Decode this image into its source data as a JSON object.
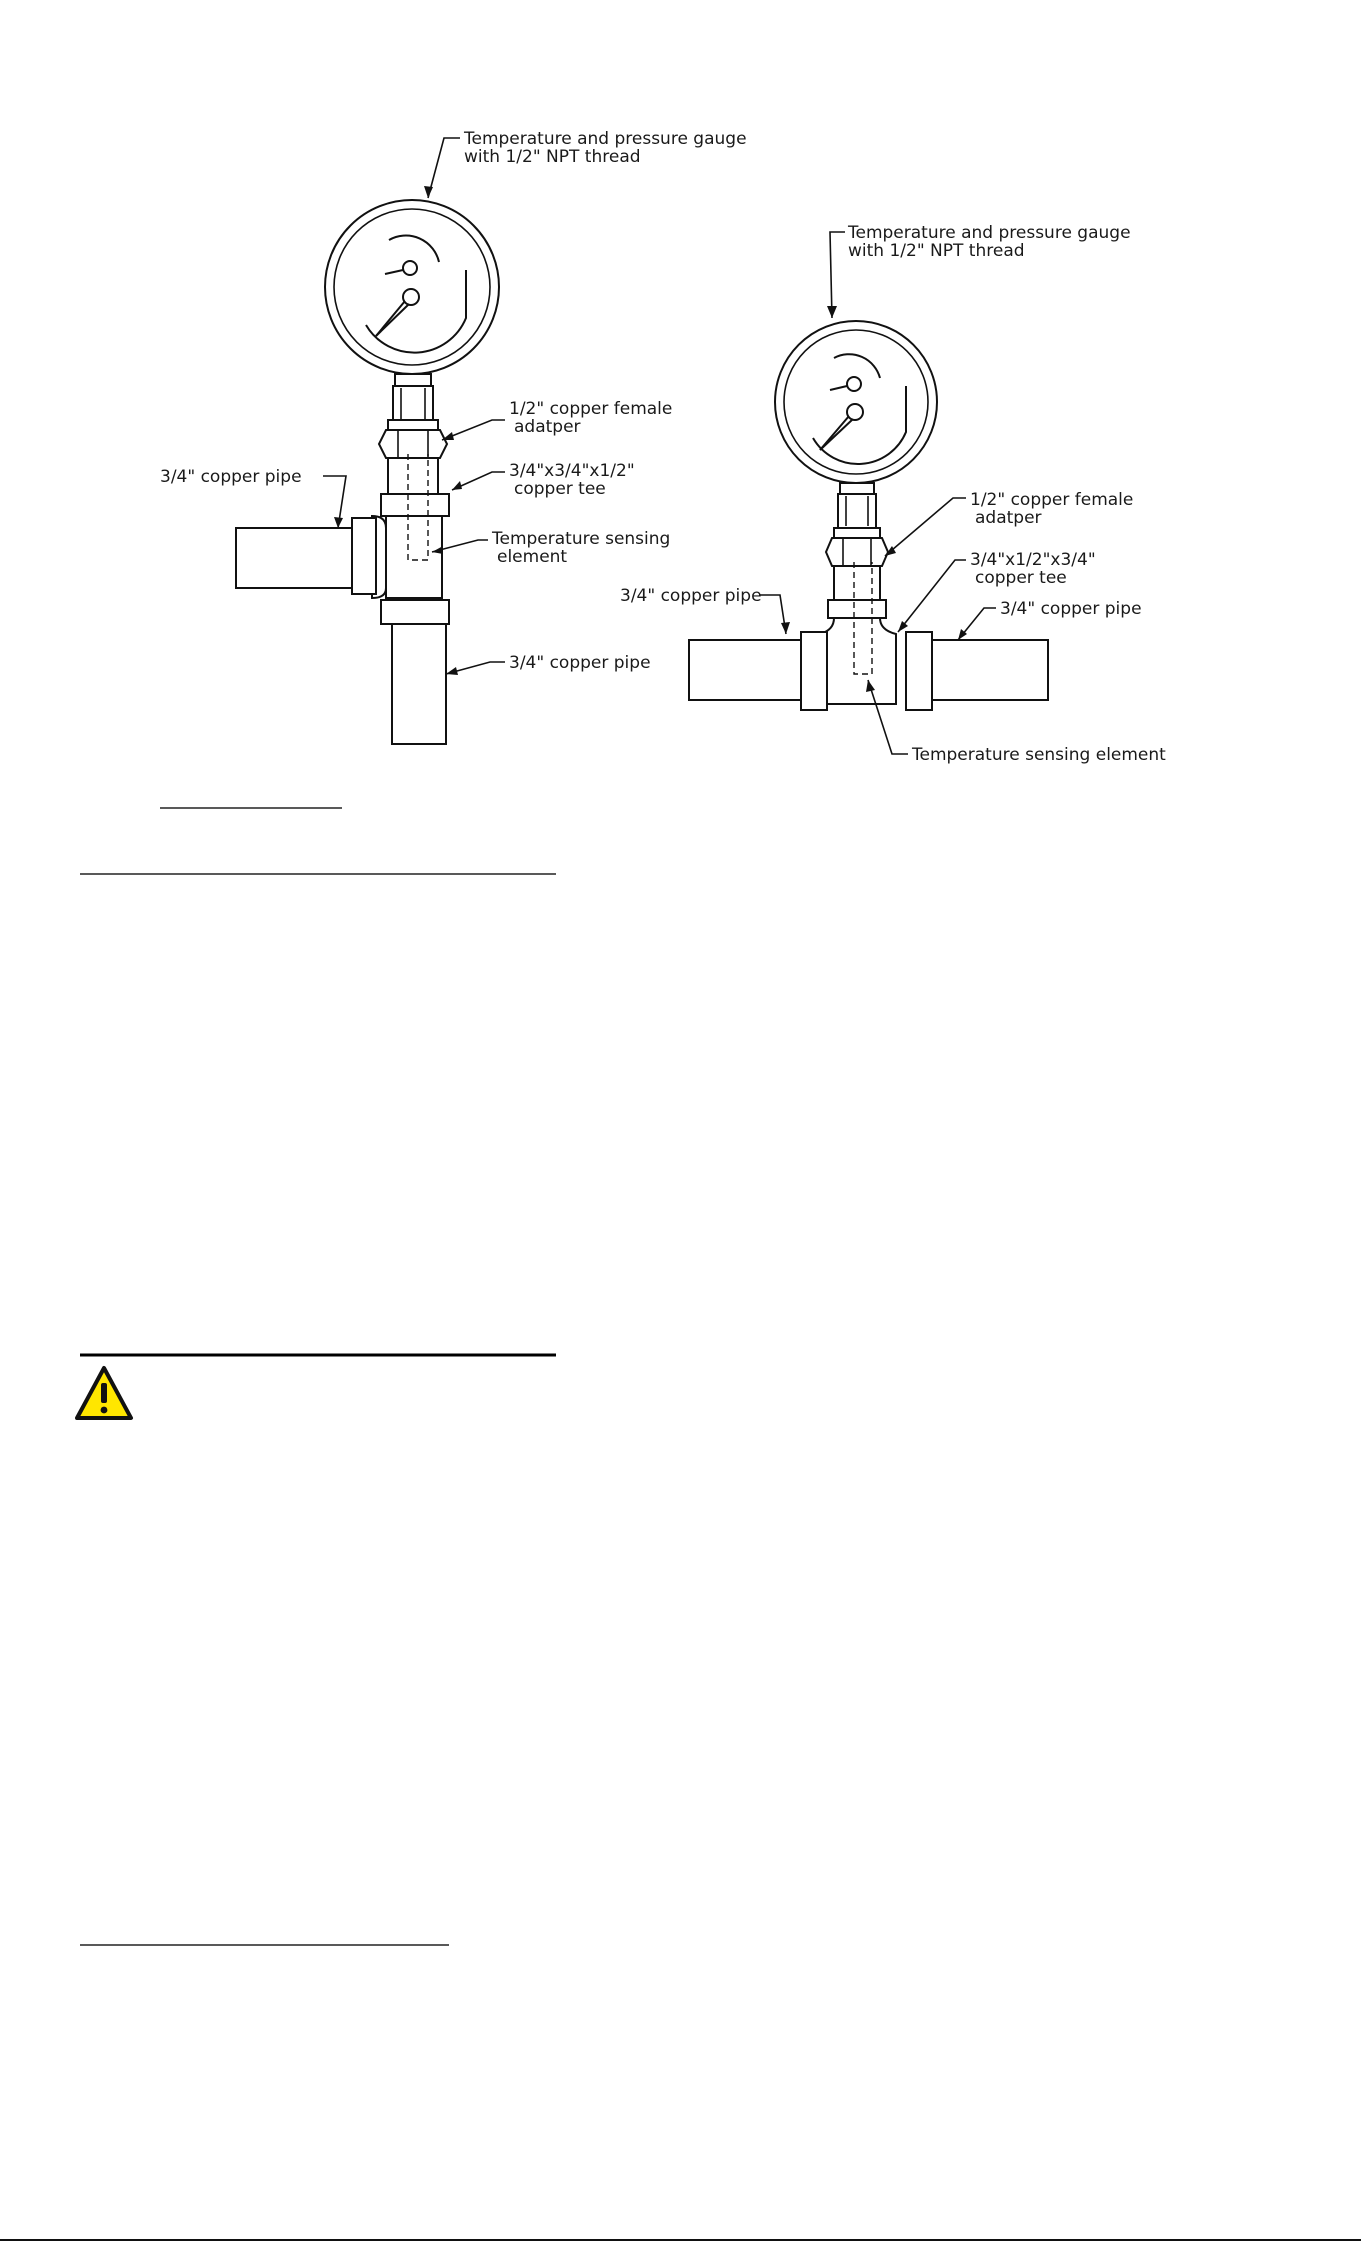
{
  "left_diagram": {
    "gauge_label_line1": "Temperature and pressure gauge",
    "gauge_label_line2": "with 1/2\" NPT thread",
    "adapter_label_line1": "1/2\" copper female",
    "adapter_label_line2": "adatper",
    "tee_label_line1": "3/4\"x3/4\"x1/2\"",
    "tee_label_line2": "copper tee",
    "sensing_label_line1": "Temperature sensing",
    "sensing_label_line2": "element",
    "side_pipe_label": "3/4\" copper pipe",
    "bottom_pipe_label": "3/4\" copper pipe"
  },
  "right_diagram": {
    "gauge_label_line1": "Temperature and pressure gauge",
    "gauge_label_line2": "with 1/2\" NPT thread",
    "adapter_label_line1": "1/2\" copper female",
    "adapter_label_line2": "adatper",
    "tee_label_line1": "3/4\"x1/2\"x3/4\"",
    "tee_label_line2": "copper tee",
    "left_pipe_label": "3/4\" copper pipe",
    "right_pipe_label": "3/4\" copper pipe",
    "sensing_label": "Temperature sensing element"
  },
  "warning_icon": "warning-triangle-icon",
  "colors": {
    "warning_fill": "#FFE600",
    "line": "#111111"
  }
}
